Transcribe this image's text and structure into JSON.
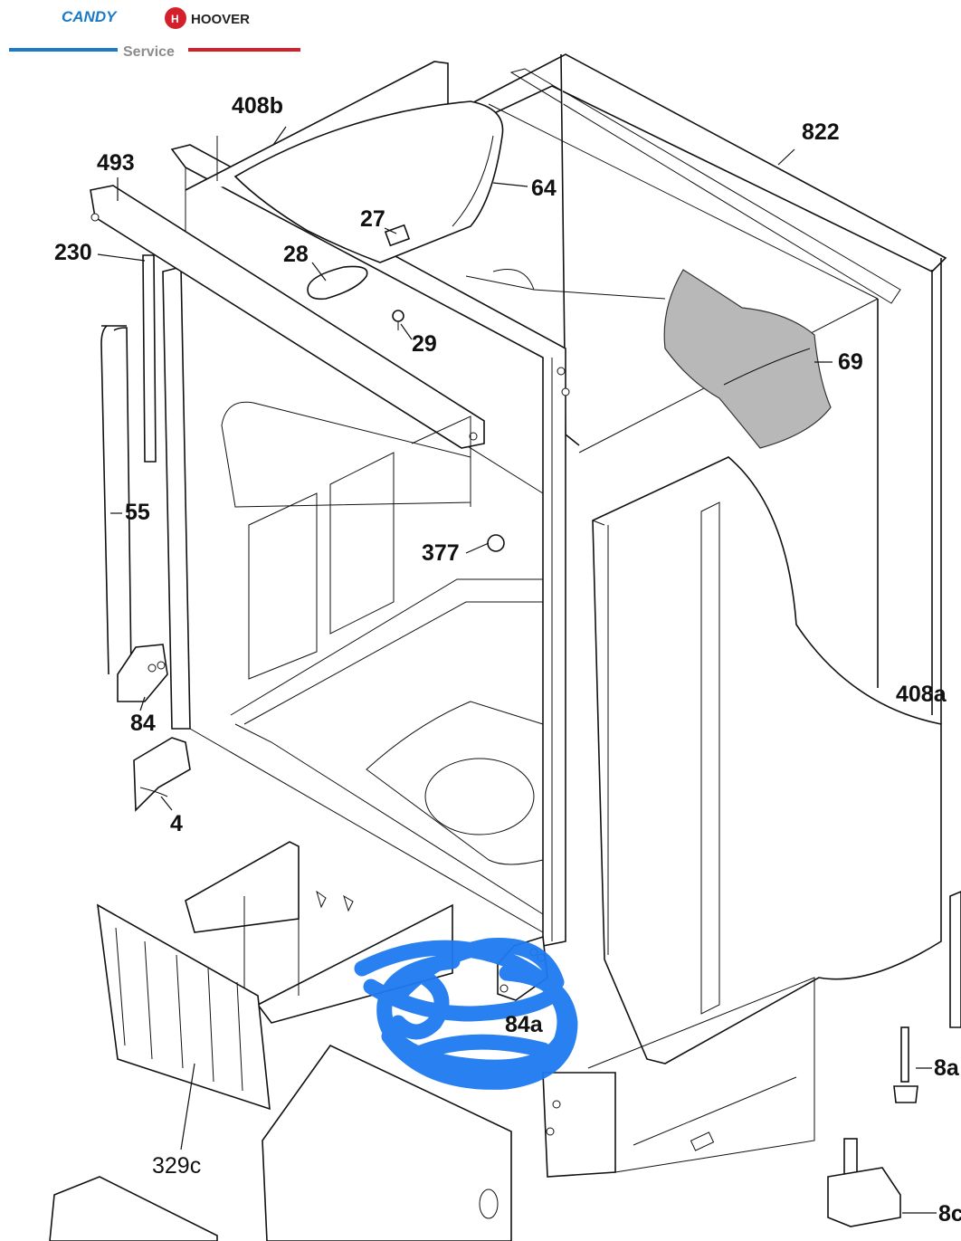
{
  "branding": {
    "brand_left": "CANDY",
    "brand_right": "HOOVER",
    "service_label": "Service",
    "colors": {
      "candy_blue": "#1a7ac8",
      "hoover_red": "#d4202a",
      "service_gray": "#8c8c8c"
    }
  },
  "part_labels": {
    "p408b": "408b",
    "p822": "822",
    "p493": "493",
    "p64": "64",
    "p27": "27",
    "p230": "230",
    "p28": "28",
    "p29": "29",
    "p69": "69",
    "p55": "55",
    "p377": "377",
    "p408a": "408a",
    "p84": "84",
    "p4": "4",
    "p84a": "84a",
    "p8a": "8a",
    "p329c": "329c",
    "p8c": "8c"
  },
  "annotation": {
    "marker_color": "#1e7af0",
    "highlighted_part": "84a"
  }
}
